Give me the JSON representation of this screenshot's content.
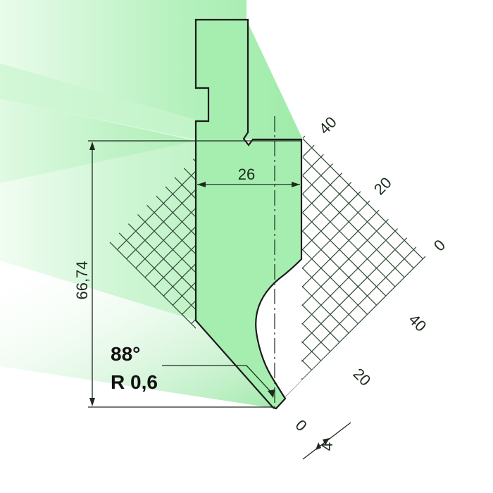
{
  "diagram": {
    "height_label": "66,74",
    "width_label": "26",
    "angle_label": "88°",
    "radius_label": "R 0,6",
    "offset_label": "4",
    "upper_scale": [
      "40",
      "20",
      "0"
    ],
    "lower_scale": [
      "40",
      "20",
      "0"
    ],
    "colors": {
      "tool_fill": "#a6eeb0",
      "outline": "#1a1a1a",
      "grid": "#2f4a35",
      "glow": "#8ee89a"
    }
  }
}
